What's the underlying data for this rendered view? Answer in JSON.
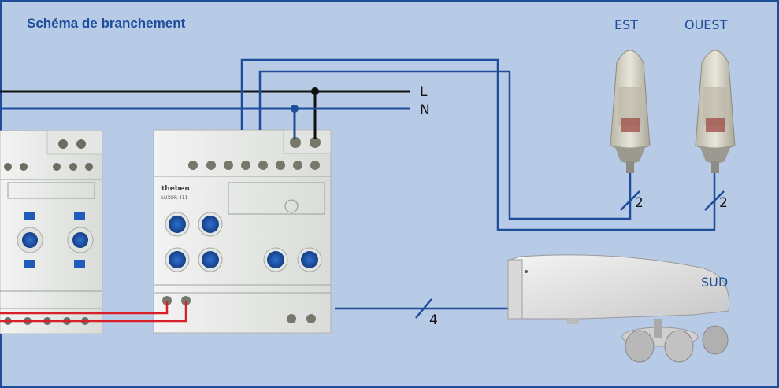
{
  "title": "Schéma de branchement",
  "lines": {
    "phase": "L",
    "neutral": "N"
  },
  "sensors": {
    "east": "EST",
    "west": "OUEST",
    "south": "SUD"
  },
  "conductor_counts": {
    "east": "2",
    "west": "2",
    "south": "4"
  },
  "device": {
    "brand": "theben",
    "model": "LUXOR 411"
  },
  "colors": {
    "background": "#b7cae6",
    "frame": "#1e4d9a",
    "wire_blue": "#1e4d9a",
    "wire_black": "#111111",
    "wire_red": "#d8202a",
    "module_body": "#e9ebe9",
    "knob": "#1f5bb8"
  },
  "icons": [
    "terminal-screw-icon",
    "rotary-knob-icon",
    "brightness-sensor-icon",
    "weather-station-icon"
  ]
}
